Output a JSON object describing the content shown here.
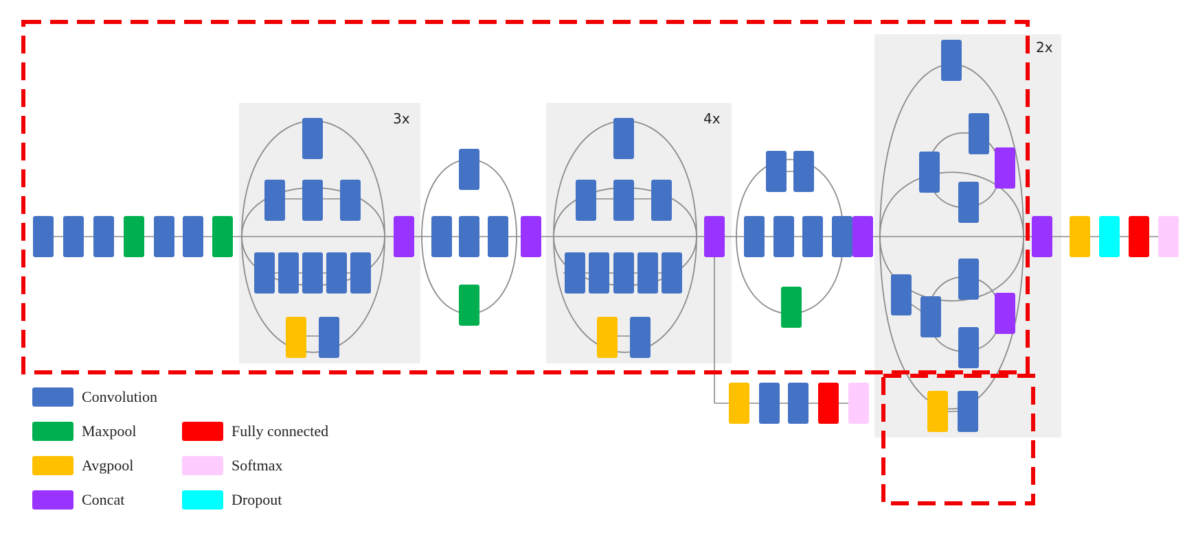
{
  "colors": {
    "convolution": "#4472c4",
    "maxpool": "#00b050",
    "avgpool": "#ffc000",
    "concat": "#9933ff",
    "fully_connected": "#ff0000",
    "softmax": "#ffccff",
    "dropout": "#00ffff",
    "module_background": "#efefef",
    "highlight_dash": "#ff0000"
  },
  "modules": [
    {
      "id": "inception-a",
      "multiplier": "3x"
    },
    {
      "id": "inception-b",
      "multiplier": "4x"
    },
    {
      "id": "inception-c",
      "multiplier": "2x"
    }
  ],
  "legend": [
    {
      "type": "convolution",
      "label": "Convolution"
    },
    {
      "type": "maxpool",
      "label": "Maxpool"
    },
    {
      "type": "avgpool",
      "label": "Avgpool"
    },
    {
      "type": "concat",
      "label": "Concat"
    },
    {
      "type": "fully_connected",
      "label": "Fully connected"
    },
    {
      "type": "softmax",
      "label": "Softmax"
    },
    {
      "type": "dropout",
      "label": "Dropout"
    }
  ]
}
